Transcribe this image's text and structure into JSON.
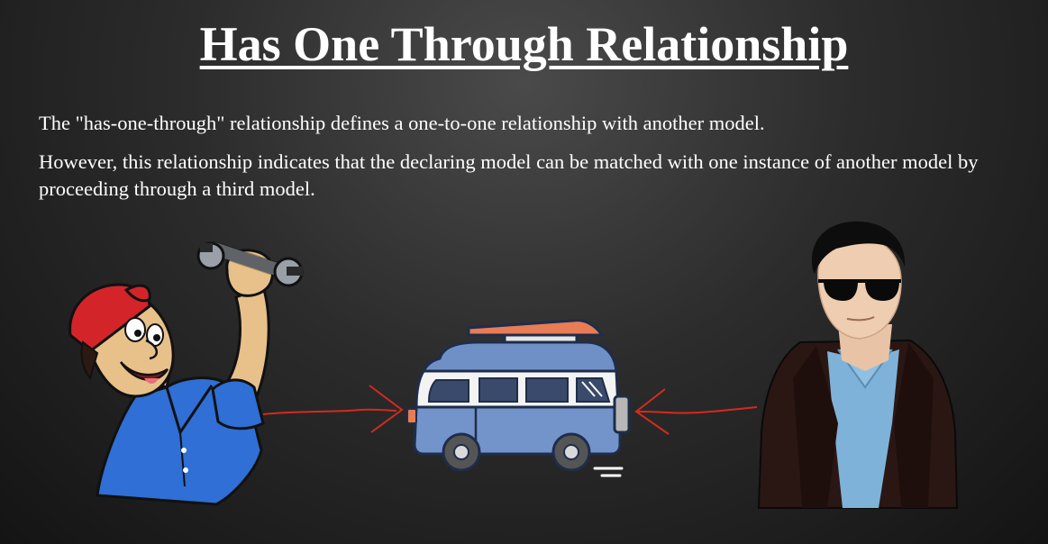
{
  "slide": {
    "title": "Has One Through Relationship",
    "paragraphs": [
      "The \"has-one-through\" relationship defines a one-to-one relationship with another model.",
      "However, this relationship indicates that the declaring model can be matched with one instance of another model by proceeding through a third model."
    ]
  },
  "illustration": {
    "left_figure": "mechanic-with-wrench",
    "center_figure": "camper-van",
    "right_figure": "man-with-sunglasses",
    "arrow_color": "#d42a20"
  }
}
